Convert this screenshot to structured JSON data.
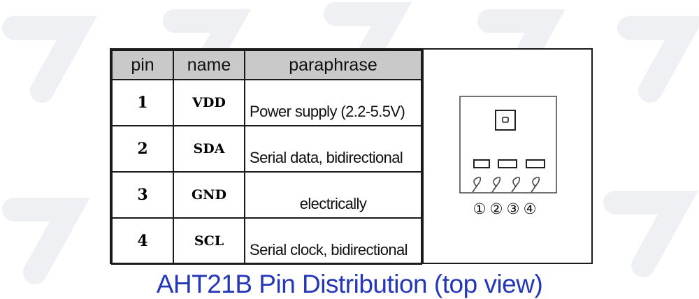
{
  "table": {
    "headers": [
      "pin",
      "name",
      "paraphrase"
    ],
    "rows": [
      {
        "pin": "1",
        "name": "VDD",
        "paraphrase": "Power supply (2.2-5.5V)"
      },
      {
        "pin": "2",
        "name": "SDA",
        "paraphrase": "Serial data, bidirectional"
      },
      {
        "pin": "3",
        "name": "GND",
        "paraphrase": "electrically"
      },
      {
        "pin": "4",
        "name": "SCL",
        "paraphrase": "Serial clock, bidirectional"
      }
    ]
  },
  "diagram": {
    "pin_labels": [
      "①",
      "②",
      "③",
      "④"
    ]
  },
  "caption": "AHT21B Pin Distribution (top view)",
  "colors": {
    "caption": "#2437b8",
    "header_bg": "#c9c9c9",
    "border": "#1a1a1a"
  }
}
